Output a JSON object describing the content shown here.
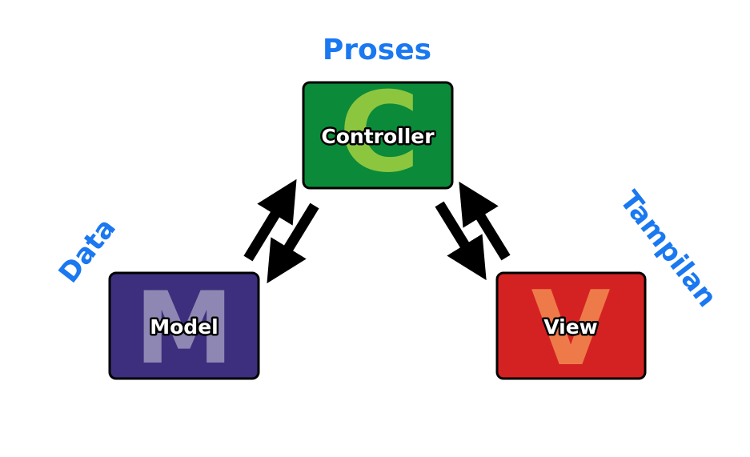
{
  "labels": {
    "proses": "Proses",
    "data": "Data",
    "tampilan": "Tampilan"
  },
  "boxes": {
    "controller": {
      "label": "Controller",
      "letter": "C",
      "color": "#0b8a3a",
      "letter_color": "#8cc63f"
    },
    "model": {
      "label": "Model",
      "letter": "M",
      "color": "#3d2f7d",
      "letter_color": "#8f87b3"
    },
    "view": {
      "label": "View",
      "letter": "V",
      "color": "#d42222",
      "letter_color": "#ee7a4a"
    }
  },
  "colors": {
    "accent_text": "#1a78f0",
    "arrow": "#000000",
    "box_border": "#000000"
  }
}
